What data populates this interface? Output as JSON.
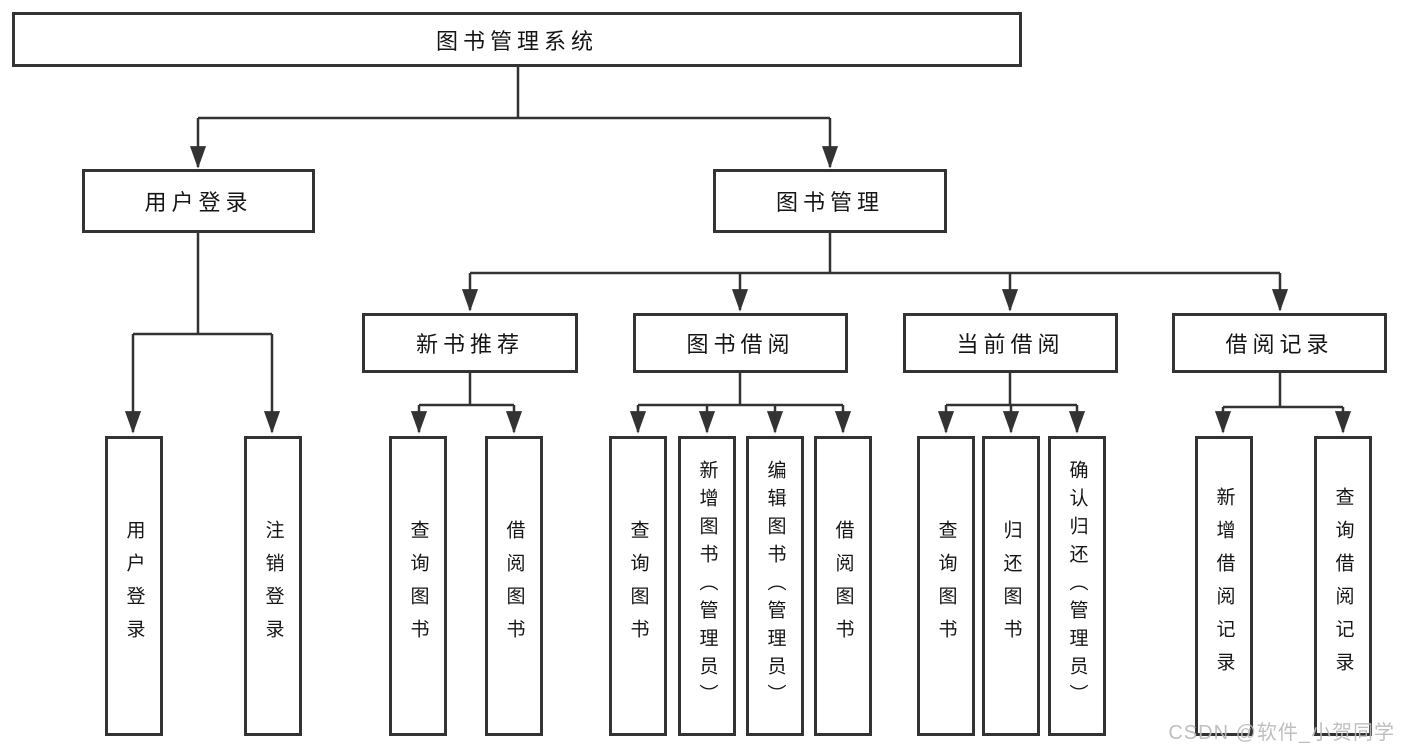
{
  "diagram": {
    "root": {
      "label": "图书管理系统"
    },
    "branches": [
      {
        "label": "用户登录",
        "children": [
          {
            "label": "用户登录"
          },
          {
            "label": "注销登录"
          }
        ]
      },
      {
        "label": "图书管理",
        "sections": [
          {
            "label": "新书推荐",
            "children": [
              {
                "label": "查询图书"
              },
              {
                "label": "借阅图书"
              }
            ]
          },
          {
            "label": "图书借阅",
            "children": [
              {
                "label": "查询图书"
              },
              {
                "label": "新增图书（管理员）"
              },
              {
                "label": "编辑图书（管理员）"
              },
              {
                "label": "借阅图书"
              }
            ]
          },
          {
            "label": "当前借阅",
            "children": [
              {
                "label": "查询图书"
              },
              {
                "label": "归还图书"
              },
              {
                "label": "确认归还（管理员）"
              }
            ]
          },
          {
            "label": "借阅记录",
            "children": [
              {
                "label": "新增借阅记录"
              },
              {
                "label": "查询借阅记录"
              }
            ]
          }
        ]
      }
    ]
  },
  "watermark": {
    "text": "CSDN @软件_小贺同学"
  },
  "colors": {
    "line": "#333333",
    "box_border": "#333333",
    "text": "#151515",
    "watermark": "#bababa",
    "background": "#ffffff"
  }
}
